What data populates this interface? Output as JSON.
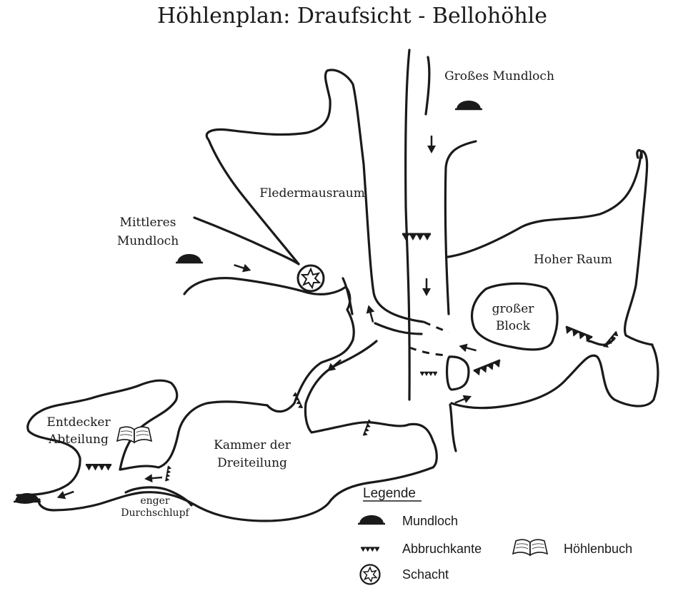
{
  "title": "Höhlenplan: Draufsicht - Bellohöhle",
  "labels": {
    "grosses_mundloch": "Großes Mundloch",
    "fledermausraum": "Fledermausraum",
    "mittleres_1": "Mittleres",
    "mittleres_2": "Mundloch",
    "hoher_raum": "Hoher Raum",
    "block_1": "großer",
    "block_2": "Block",
    "entdecker_1": "Entdecker",
    "entdecker_2": "Abteilung",
    "kammer_1": "Kammer der",
    "kammer_2": "Dreiteilung",
    "enger_1": "enger",
    "enger_2": "Durchschlupf"
  },
  "legend": {
    "heading": "Legende",
    "mundloch": "Mundloch",
    "abbruchkante": "Abbruchkante",
    "schacht": "Schacht",
    "hoehlenbuch": "Höhlenbuch"
  },
  "icons": {
    "entrance": "entrance-icon",
    "ledge": "ledge-icon",
    "shaft": "shaft-icon",
    "book": "cave-book-icon",
    "arrow": "direction-arrow-icon"
  },
  "colors": {
    "ink": "#1a1a1a",
    "paper": "#ffffff"
  }
}
